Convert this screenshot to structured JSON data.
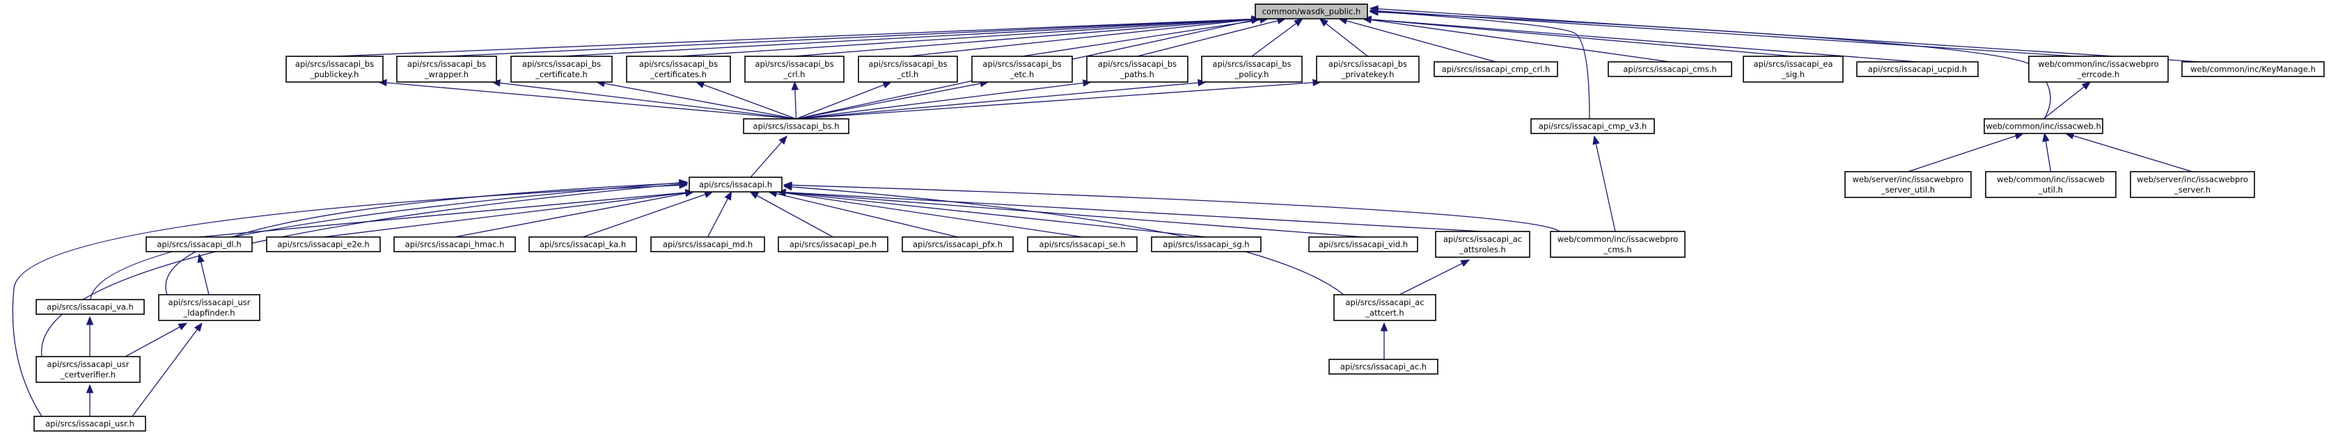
{
  "colors": {
    "edge": "#191970",
    "root_fill": "#bfbfbf",
    "node_fill": "#ffffff",
    "node_border": "#000000"
  },
  "nodes": [
    {
      "id": "root",
      "lines": [
        "common/wasdk_public.h"
      ],
      "root": true
    },
    {
      "id": "bs_pubkey",
      "lines": [
        "api/srcs/issacapi_bs",
        "_publickey.h"
      ]
    },
    {
      "id": "bs_wrapper",
      "lines": [
        "api/srcs/issacapi_bs",
        "_wrapper.h"
      ]
    },
    {
      "id": "bs_cert",
      "lines": [
        "api/srcs/issacapi_bs",
        "_certificate.h"
      ]
    },
    {
      "id": "bs_certs",
      "lines": [
        "api/srcs/issacapi_bs",
        "_certificates.h"
      ]
    },
    {
      "id": "bs_crl",
      "lines": [
        "api/srcs/issacapi_bs",
        "_crl.h"
      ]
    },
    {
      "id": "bs_ctl",
      "lines": [
        "api/srcs/issacapi_bs",
        "_ctl.h"
      ]
    },
    {
      "id": "bs_etc",
      "lines": [
        "api/srcs/issacapi_bs",
        "_etc.h"
      ]
    },
    {
      "id": "bs_paths",
      "lines": [
        "api/srcs/issacapi_bs",
        "_paths.h"
      ]
    },
    {
      "id": "bs_policy",
      "lines": [
        "api/srcs/issacapi_bs",
        "_policy.h"
      ]
    },
    {
      "id": "bs_privkey",
      "lines": [
        "api/srcs/issacapi_bs",
        "_privatekey.h"
      ]
    },
    {
      "id": "cmp_crl",
      "lines": [
        "api/srcs/issacapi_cmp_crl.h"
      ]
    },
    {
      "id": "cms",
      "lines": [
        "api/srcs/issacapi_cms.h"
      ]
    },
    {
      "id": "ea_sig",
      "lines": [
        "api/srcs/issacapi_ea",
        "_sig.h"
      ]
    },
    {
      "id": "ucpid",
      "lines": [
        "api/srcs/issacapi_ucpid.h"
      ]
    },
    {
      "id": "errcode",
      "lines": [
        "web/common/inc/issacwebpro",
        "_errcode.h"
      ]
    },
    {
      "id": "keymanage",
      "lines": [
        "web/common/inc/KeyManage.h"
      ]
    },
    {
      "id": "bs",
      "lines": [
        "api/srcs/issacapi_bs.h"
      ]
    },
    {
      "id": "cmp_v3",
      "lines": [
        "api/srcs/issacapi_cmp_v3.h"
      ]
    },
    {
      "id": "issacweb",
      "lines": [
        "web/common/inc/issacweb.h"
      ]
    },
    {
      "id": "issacapi",
      "lines": [
        "api/srcs/issacapi.h"
      ]
    },
    {
      "id": "srv_util",
      "lines": [
        "web/server/inc/issacwebpro",
        "_server_util.h"
      ]
    },
    {
      "id": "web_util",
      "lines": [
        "web/common/inc/issacweb",
        "_util.h"
      ]
    },
    {
      "id": "srv",
      "lines": [
        "web/server/inc/issacwebpro",
        "_server.h"
      ]
    },
    {
      "id": "dl",
      "lines": [
        "api/srcs/issacapi_dl.h"
      ]
    },
    {
      "id": "e2e",
      "lines": [
        "api/srcs/issacapi_e2e.h"
      ]
    },
    {
      "id": "hmac",
      "lines": [
        "api/srcs/issacapi_hmac.h"
      ]
    },
    {
      "id": "ka",
      "lines": [
        "api/srcs/issacapi_ka.h"
      ]
    },
    {
      "id": "md",
      "lines": [
        "api/srcs/issacapi_md.h"
      ]
    },
    {
      "id": "pe",
      "lines": [
        "api/srcs/issacapi_pe.h"
      ]
    },
    {
      "id": "pfx",
      "lines": [
        "api/srcs/issacapi_pfx.h"
      ]
    },
    {
      "id": "se",
      "lines": [
        "api/srcs/issacapi_se.h"
      ]
    },
    {
      "id": "sg",
      "lines": [
        "api/srcs/issacapi_sg.h"
      ]
    },
    {
      "id": "vid",
      "lines": [
        "api/srcs/issacapi_vid.h"
      ]
    },
    {
      "id": "ac_attsroles",
      "lines": [
        "api/srcs/issacapi_ac",
        "_attsroles.h"
      ]
    },
    {
      "id": "cms_web",
      "lines": [
        "web/common/inc/issacwebpro",
        "_cms.h"
      ]
    },
    {
      "id": "va",
      "lines": [
        "api/srcs/issacapi_va.h"
      ]
    },
    {
      "id": "usr_ldap",
      "lines": [
        "api/srcs/issacapi_usr",
        "_ldapfinder.h"
      ]
    },
    {
      "id": "ac_attcert",
      "lines": [
        "api/srcs/issacapi_ac",
        "_attcert.h"
      ]
    },
    {
      "id": "usr_cv",
      "lines": [
        "api/srcs/issacapi_usr",
        "_certverifier.h"
      ]
    },
    {
      "id": "ac",
      "lines": [
        "api/srcs/issacapi_ac.h"
      ]
    },
    {
      "id": "usr",
      "lines": [
        "api/srcs/issacapi_usr.h"
      ]
    }
  ],
  "edges": [
    [
      "bs_pubkey",
      "root"
    ],
    [
      "bs_wrapper",
      "root"
    ],
    [
      "bs_cert",
      "root"
    ],
    [
      "bs_certs",
      "root"
    ],
    [
      "bs_crl",
      "root"
    ],
    [
      "bs_ctl",
      "root"
    ],
    [
      "bs_etc",
      "root"
    ],
    [
      "bs_paths",
      "root"
    ],
    [
      "bs_policy",
      "root"
    ],
    [
      "bs_privkey",
      "root"
    ],
    [
      "bs",
      "root"
    ],
    [
      "cmp_crl",
      "root"
    ],
    [
      "cms",
      "root"
    ],
    [
      "ea_sig",
      "root"
    ],
    [
      "ucpid",
      "root"
    ],
    [
      "errcode",
      "root"
    ],
    [
      "keymanage",
      "root"
    ],
    [
      "cmp_v3",
      "root"
    ],
    [
      "issacweb",
      "root"
    ],
    [
      "bs",
      "bs_pubkey"
    ],
    [
      "bs",
      "bs_wrapper"
    ],
    [
      "bs",
      "bs_cert"
    ],
    [
      "bs",
      "bs_certs"
    ],
    [
      "bs",
      "bs_crl"
    ],
    [
      "bs",
      "bs_ctl"
    ],
    [
      "bs",
      "bs_etc"
    ],
    [
      "bs",
      "bs_paths"
    ],
    [
      "bs",
      "bs_policy"
    ],
    [
      "bs",
      "bs_privkey"
    ],
    [
      "issacapi",
      "bs"
    ],
    [
      "cms_web",
      "cmp_v3"
    ],
    [
      "issacweb",
      "errcode"
    ],
    [
      "srv_util",
      "issacweb"
    ],
    [
      "web_util",
      "issacweb"
    ],
    [
      "srv",
      "issacweb"
    ],
    [
      "dl",
      "issacapi"
    ],
    [
      "e2e",
      "issacapi"
    ],
    [
      "hmac",
      "issacapi"
    ],
    [
      "ka",
      "issacapi"
    ],
    [
      "md",
      "issacapi"
    ],
    [
      "pe",
      "issacapi"
    ],
    [
      "pfx",
      "issacapi"
    ],
    [
      "se",
      "issacapi"
    ],
    [
      "sg",
      "issacapi"
    ],
    [
      "vid",
      "issacapi"
    ],
    [
      "ac_attsroles",
      "issacapi"
    ],
    [
      "cms_web",
      "issacapi"
    ],
    [
      "va",
      "issacapi"
    ],
    [
      "usr_ldap",
      "issacapi"
    ],
    [
      "ac_attcert",
      "issacapi"
    ],
    [
      "usr_cv",
      "issacapi"
    ],
    [
      "usr",
      "issacapi"
    ],
    [
      "usr_ldap",
      "dl"
    ],
    [
      "ac_attcert",
      "ac_attsroles"
    ],
    [
      "usr_cv",
      "va"
    ],
    [
      "usr_cv",
      "usr_ldap"
    ],
    [
      "usr",
      "usr_cv"
    ],
    [
      "usr",
      "usr_ldap"
    ],
    [
      "ac",
      "ac_attcert"
    ]
  ]
}
